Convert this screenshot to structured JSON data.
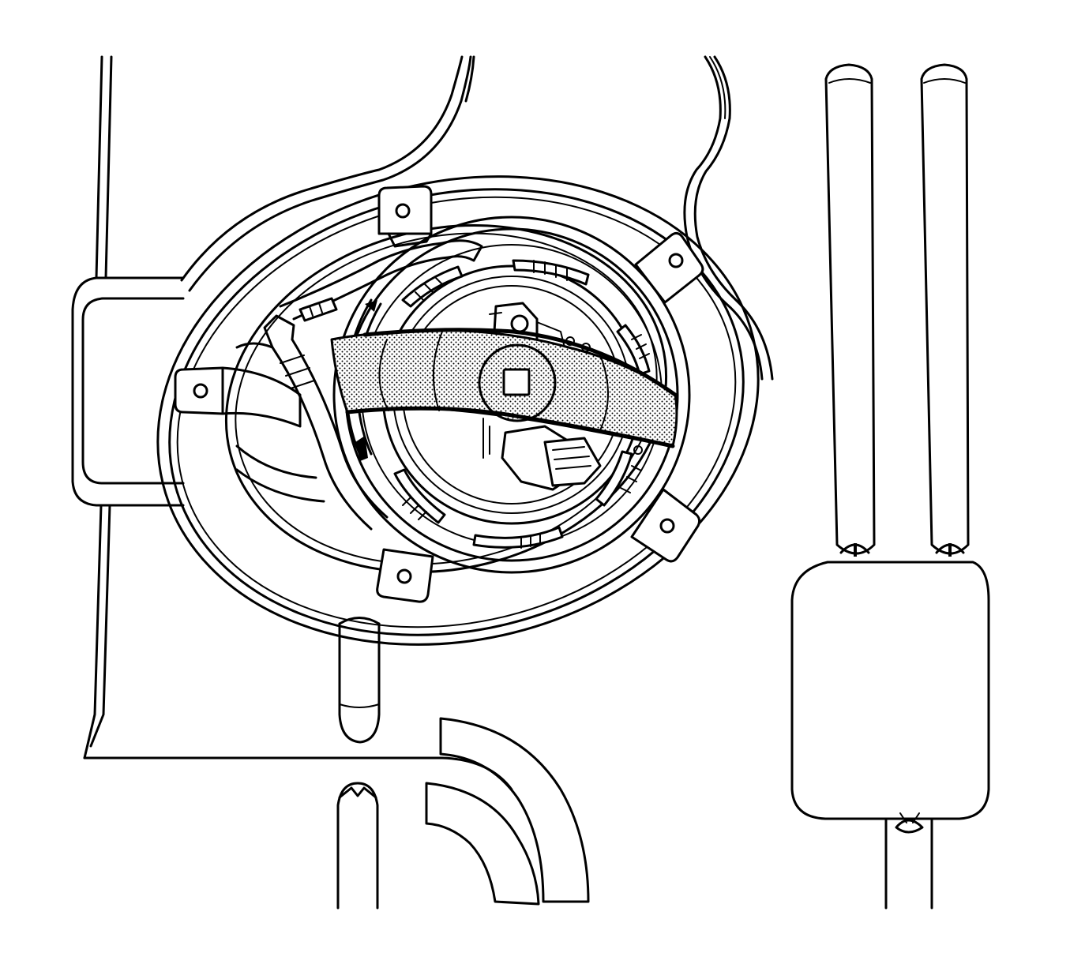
{
  "figure": {
    "kind": "line-art technical illustration",
    "subject": "fuel-pump-module-and-lock-ring-in-tank",
    "highlight": {
      "element": "retaining-ring-removal-tool",
      "fill_pattern": "dot-stipple",
      "color": "#000000"
    },
    "colors": {
      "stroke": "#000000",
      "background": "#ffffff"
    }
  }
}
